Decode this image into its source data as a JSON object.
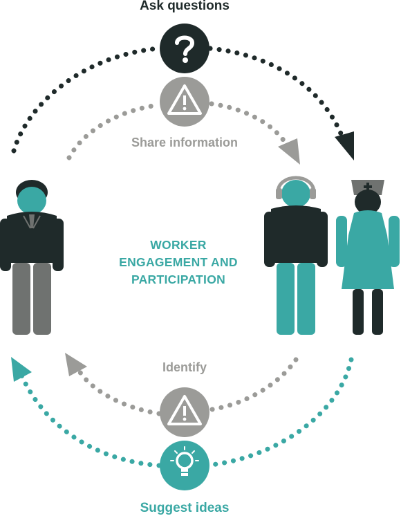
{
  "labels": {
    "ask": "Ask questions",
    "share": "Share information",
    "identify": "Identify",
    "suggest": "Suggest ideas"
  },
  "center_title": [
    "WORKER",
    "ENGAGEMENT AND",
    "PARTICIPATION"
  ],
  "icons": {
    "ask": "question-icon",
    "share": "warning-icon",
    "identify": "warning-icon",
    "suggest": "lightbulb-icon",
    "figure_left": "manager-figure",
    "figure_worker": "worker-headphones-figure",
    "figure_nurse": "nurse-figure"
  },
  "colors": {
    "dark": "#1f2a2a",
    "grey": "#9b9b98",
    "teal": "#3aa8a4",
    "slate": "#6f7270",
    "white": "#ffffff"
  }
}
